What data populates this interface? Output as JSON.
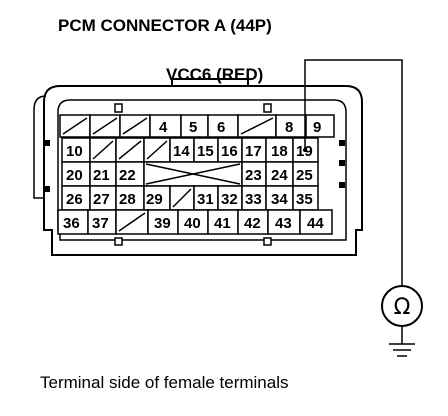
{
  "title": "PCM CONNECTOR A (44P)",
  "wire_label": "VCC6 (RED)",
  "meter_symbol": "Ω",
  "caption": "Terminal side of female terminals",
  "terminals": {
    "row1": [
      "",
      "",
      "",
      "4",
      "5",
      "6",
      "",
      "8",
      "9"
    ],
    "row2": [
      "10",
      "",
      "",
      "",
      "14",
      "15",
      "16",
      "17",
      "18",
      "19"
    ],
    "row3": [
      "20",
      "21",
      "22",
      "",
      "",
      "23",
      "24",
      "25"
    ],
    "row4": [
      "26",
      "27",
      "28",
      "29",
      "",
      "31",
      "32",
      "33",
      "34",
      "35"
    ],
    "row5": [
      "36",
      "37",
      "",
      "39",
      "40",
      "41",
      "42",
      "43",
      "44"
    ]
  }
}
